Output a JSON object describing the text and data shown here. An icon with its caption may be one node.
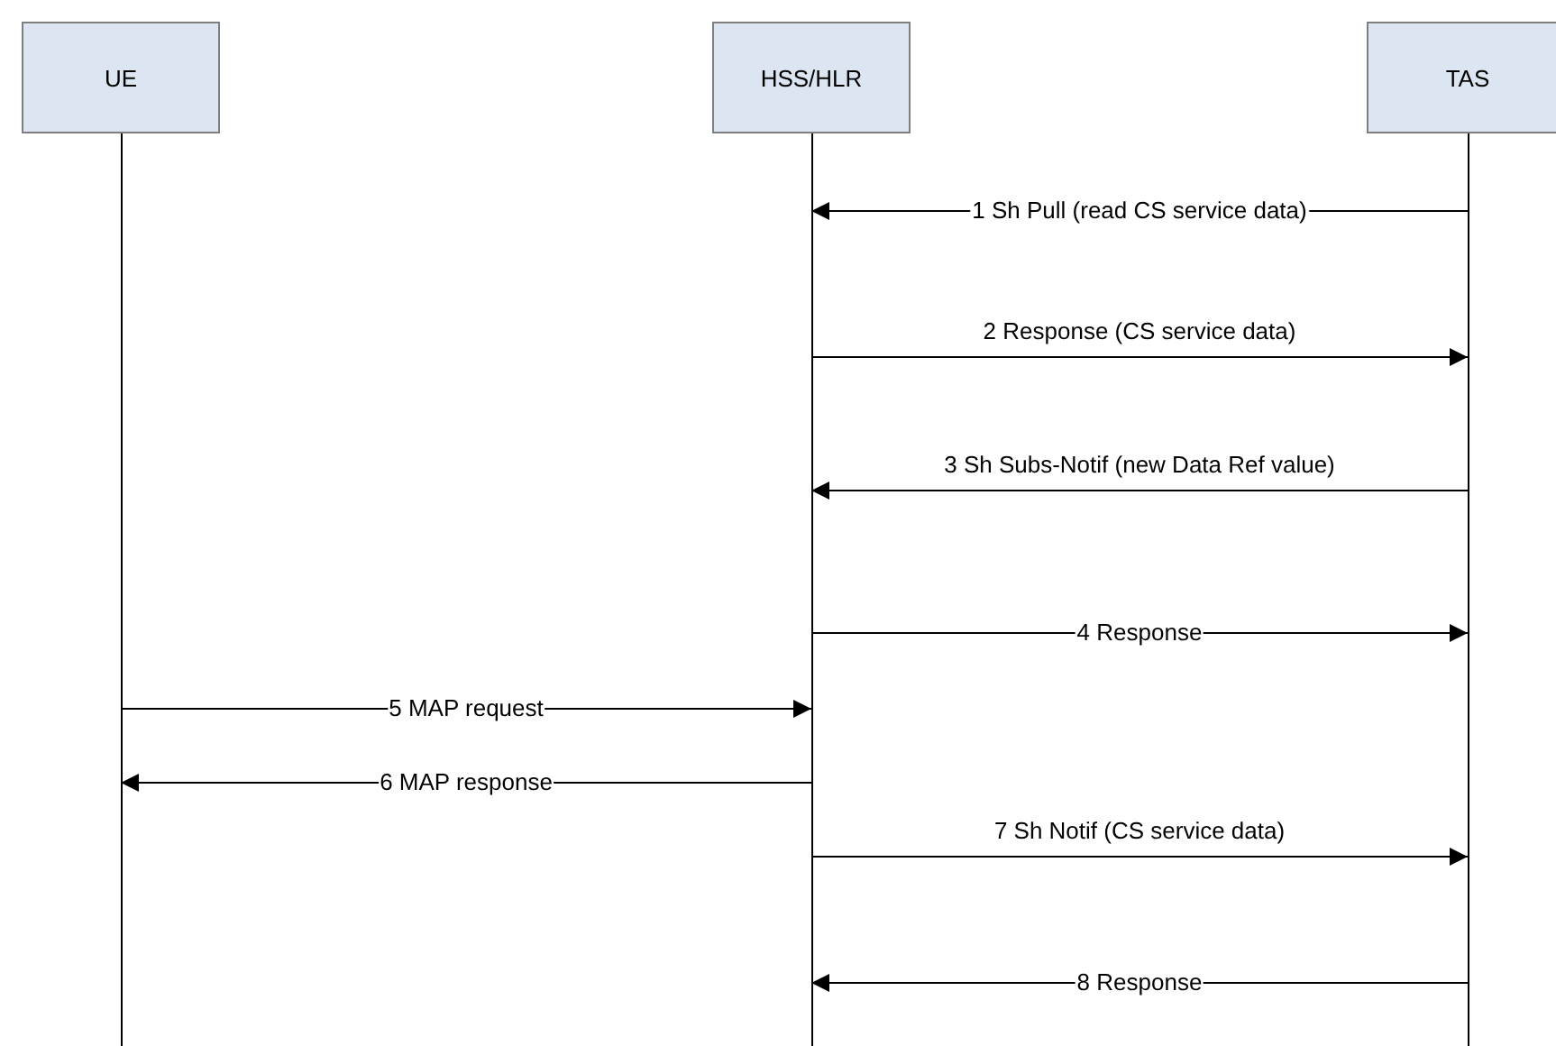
{
  "diagram": {
    "nodes": [
      {
        "text": [
          "UE"
        ]
      },
      {
        "text": [
          "HSS/HLR"
        ]
      },
      {
        "text": [
          "TAS"
        ]
      },
      {
        "text": [],
        "shape": "bar"
      },
      {
        "text": [],
        "shape": "bar"
      },
      {
        "text": [],
        "shape": "bar"
      }
    ],
    "edges": [
      {
        "from": 5,
        "to": 4,
        "arrow": "to",
        "label": "1 Sh Pull (read CS service data)"
      },
      {
        "from": 4,
        "to": 5,
        "arrow": "to",
        "label": "2 Response (CS service data)"
      },
      {
        "from": 5,
        "to": 4,
        "arrow": "to",
        "label": "3 Sh Subs-Notif (new Data Ref value)"
      },
      {
        "from": 4,
        "to": 5,
        "arrow": "to",
        "label": "4 Response"
      },
      {
        "from": 3,
        "to": 4,
        "arrow": "to",
        "label": "5 MAP request"
      },
      {
        "from": 4,
        "to": 3,
        "arrow": "to",
        "label": "6 MAP response"
      },
      {
        "from": 4,
        "to": 5,
        "arrow": "to",
        "label": "7 Sh Notif (CS service data)"
      },
      {
        "from": 5,
        "to": 4,
        "arrow": "to",
        "label": "8 Response"
      }
    ]
  }
}
